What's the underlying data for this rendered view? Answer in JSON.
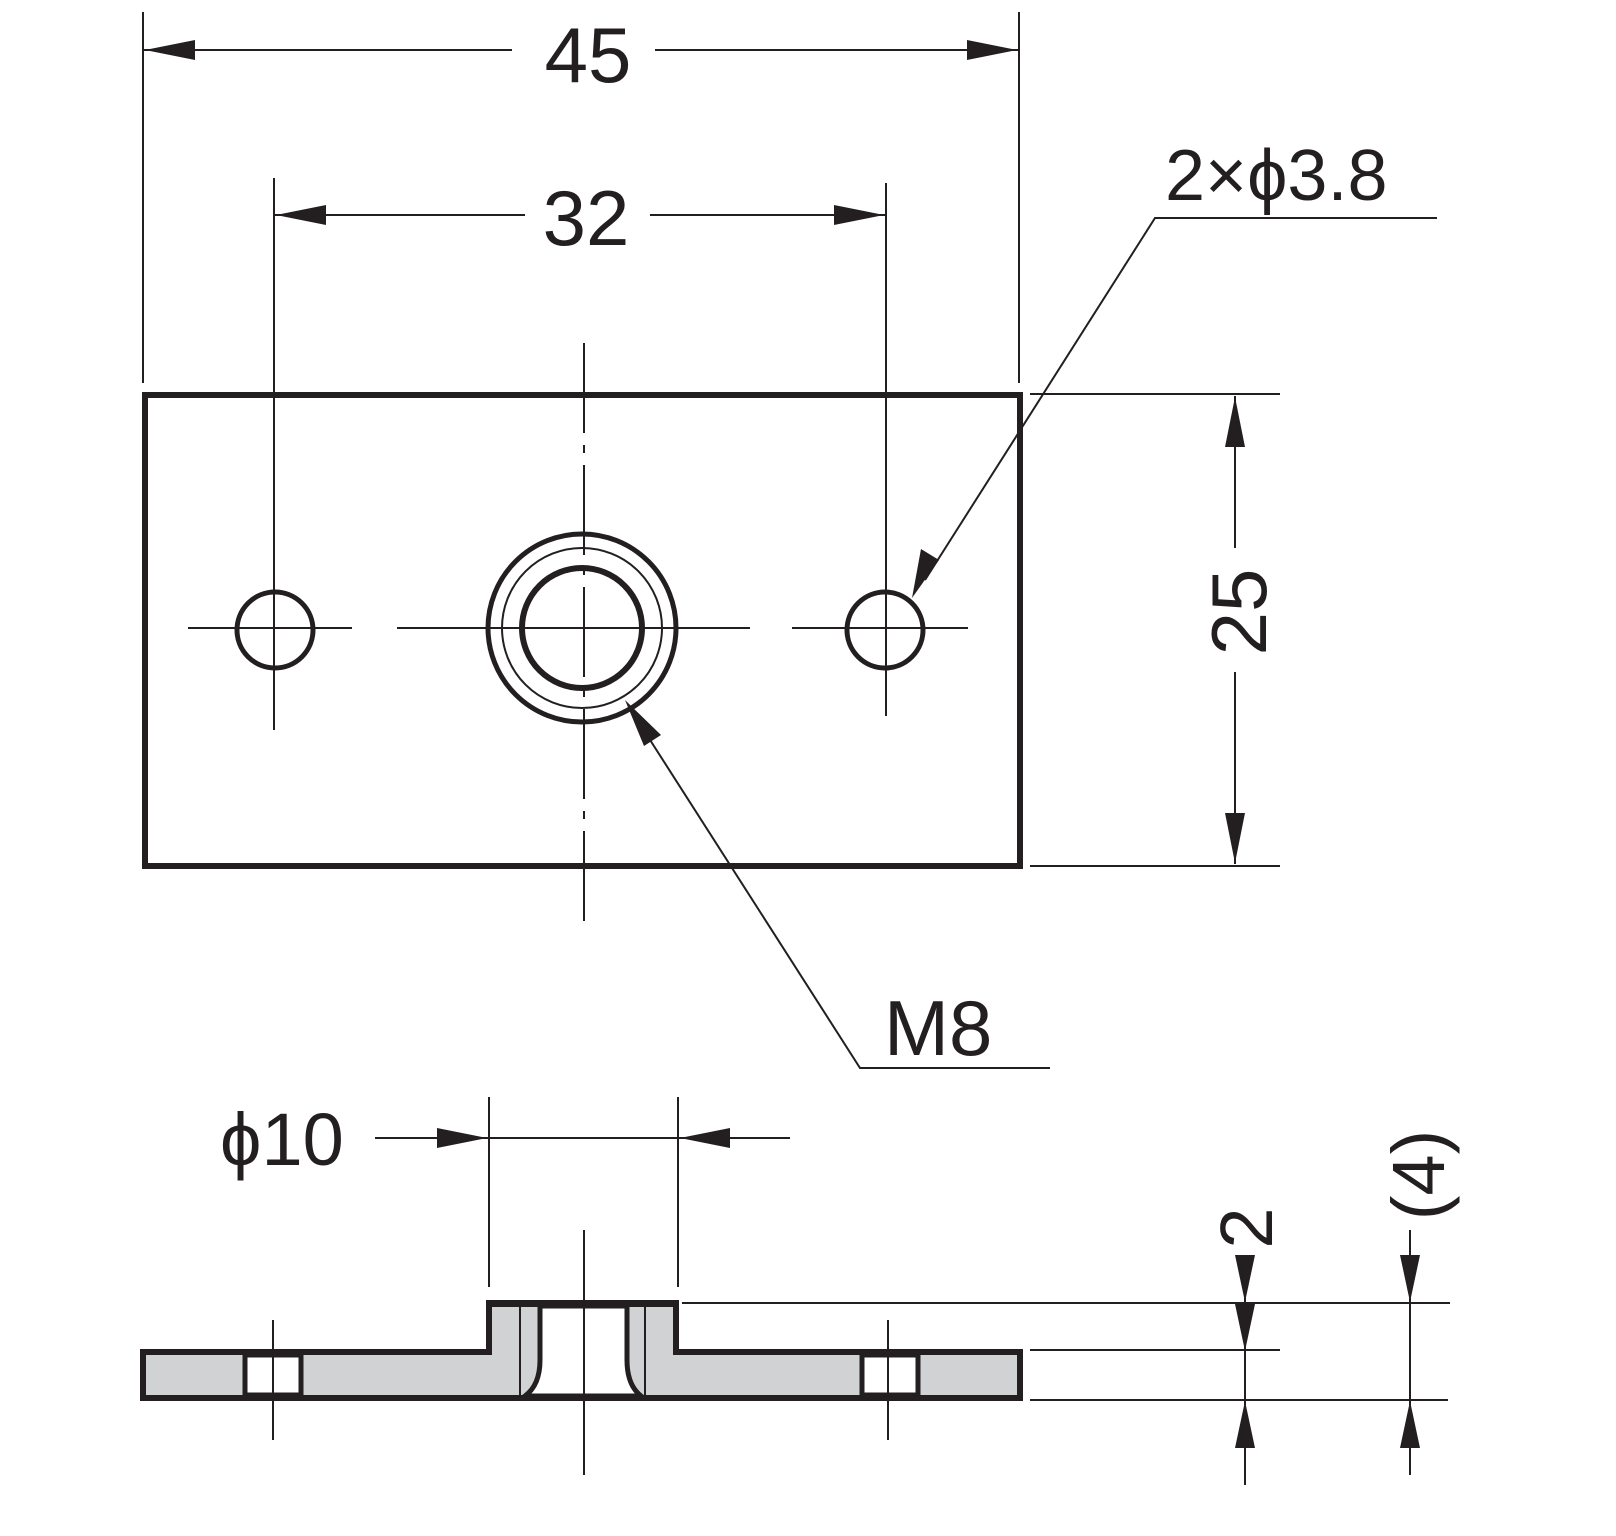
{
  "drawing": {
    "top_view": {
      "overall_width": "45",
      "hole_pitch": "32",
      "holes_callout": "2×ϕ3.8",
      "height": "25",
      "thread_callout": "M8"
    },
    "section_view": {
      "boss_diameter": "ϕ10",
      "plate_thickness": "2",
      "total_height": "(4)"
    },
    "colors": {
      "line": "#231f20",
      "section_fill": "#d1d2d4"
    }
  }
}
